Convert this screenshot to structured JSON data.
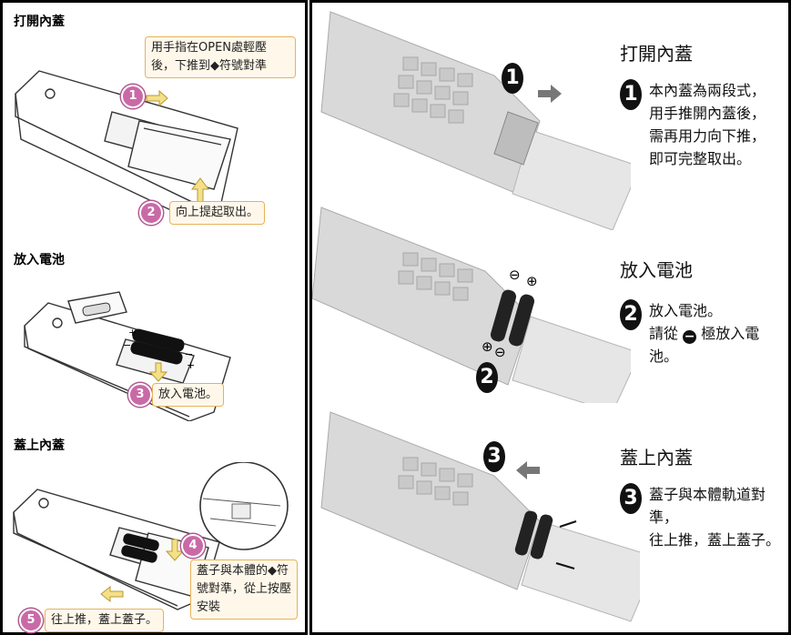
{
  "left": {
    "section1": {
      "heading": "打開內蓋",
      "callout": "用手指在OPEN處輕壓後，下推到◆符號對準",
      "step1": "1",
      "step2": "2",
      "step2_text": "向上提起取出。"
    },
    "section2": {
      "heading": "放入電池",
      "step3": "3",
      "step3_text": "放入電池。"
    },
    "section3": {
      "heading": "蓋上內蓋",
      "step4": "4",
      "step4_text": "蓋子與本體的◆符號對準，從上按壓安裝",
      "step5": "5",
      "step5_text": "往上推，蓋上蓋子。"
    }
  },
  "right": {
    "step1": {
      "title": "打開內蓋",
      "num": "1",
      "lines": [
        "本內蓋為兩段式，",
        "用手推開內蓋後，",
        "需再用力向下推，",
        "即可完整取出。"
      ]
    },
    "step2": {
      "title": "放入電池",
      "num": "2",
      "line1": "放入電池。",
      "line2_pre": "請從",
      "line2_glyph": "−",
      "line2_post": "極放入電池。"
    },
    "step3": {
      "title": "蓋上內蓋",
      "num": "3",
      "lines": [
        "蓋子與本體軌道對準，",
        "往上推，蓋上蓋子。"
      ]
    }
  }
}
